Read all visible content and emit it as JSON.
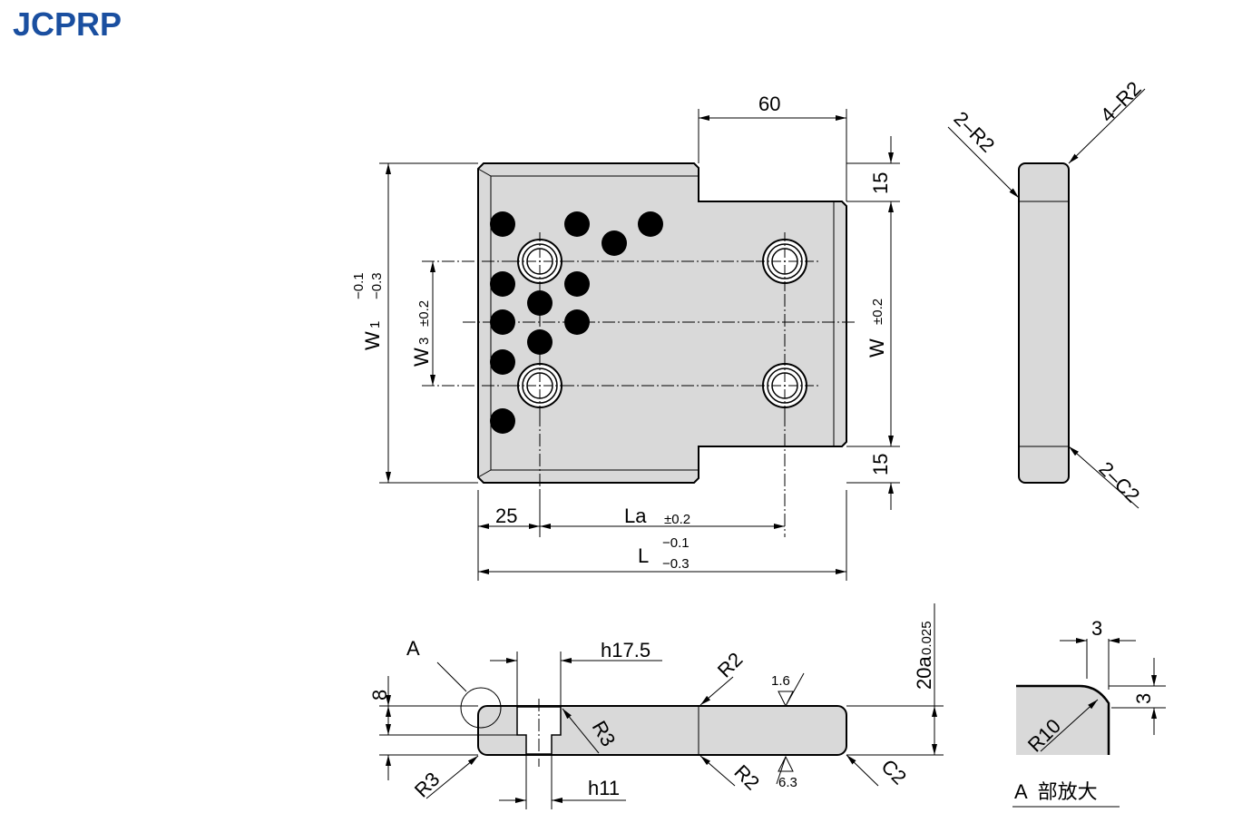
{
  "title": "JCPRP",
  "top_view": {
    "dim_60": "60",
    "dim_15_top": "15",
    "dim_15_bottom": "15",
    "dim_W": "W",
    "dim_W_tol": "±0.2",
    "dim_W1": "W",
    "dim_W1_sub": "1",
    "dim_W1_tol_upper": "−0.1",
    "dim_W1_tol_lower": "−0.3",
    "dim_W3": "W",
    "dim_W3_sub": "3",
    "dim_W3_tol": "±0.2",
    "dim_25": "25",
    "dim_La": "La",
    "dim_La_tol": "±0.2",
    "dim_L": "L",
    "dim_L_tol_upper": "−0.1",
    "dim_L_tol_lower": "−0.3"
  },
  "side_view": {
    "label_4R2": "4–R2",
    "label_2R2": "2–R2",
    "label_2C2": "2–C2"
  },
  "front_view": {
    "label_A": "A",
    "dim_h17_5": "h17.5",
    "dim_h11": "h11",
    "dim_8": "8",
    "dim_20a": "20a",
    "dim_20a_tol": "0.025",
    "label_R2_top": "R2",
    "label_R2_bottom": "R2",
    "label_R3_left": "R3",
    "label_R3_bore": "R3",
    "label_C2": "C2",
    "roughness_top": "1.6",
    "roughness_bottom": "6.3"
  },
  "detail_A": {
    "dim_3_h": "3",
    "dim_3_v": "3",
    "label_R10": "R10",
    "caption": "A  部放大"
  }
}
